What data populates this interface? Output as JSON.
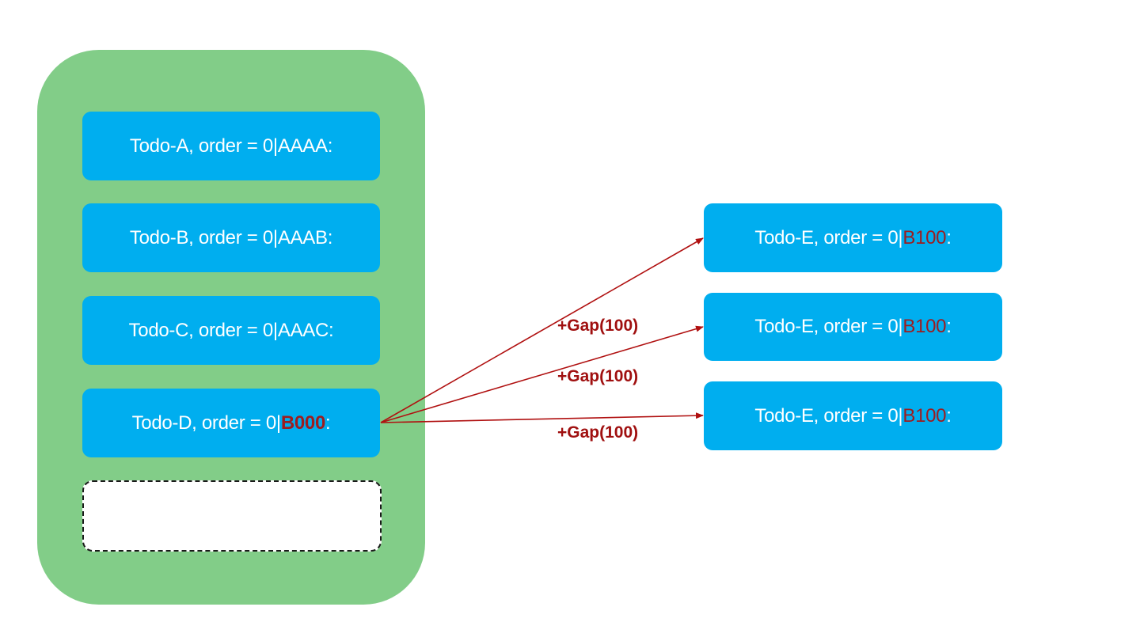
{
  "left_list": {
    "items": [
      {
        "prefix": "Todo-A, order = 0|",
        "key": "AAAA",
        "suffix": ":"
      },
      {
        "prefix": "Todo-B, order = 0|",
        "key": "AAAB",
        "suffix": ":"
      },
      {
        "prefix": "Todo-C, order = 0|",
        "key": "AAAC",
        "suffix": ":"
      },
      {
        "prefix": "Todo-D, order = 0|",
        "key": "B000",
        "suffix": ":"
      }
    ]
  },
  "right_list": {
    "items": [
      {
        "prefix": "Todo-E, order = 0|",
        "key": "B100",
        "suffix": ":"
      },
      {
        "prefix": "Todo-E, order = 0|",
        "key": "B100",
        "suffix": ":"
      },
      {
        "prefix": "Todo-E, order = 0|",
        "key": "B100",
        "suffix": ":"
      }
    ]
  },
  "arrow_labels": [
    "+Gap(100)",
    "+Gap(100)",
    "+Gap(100)"
  ],
  "colors": {
    "container": "#82cd88",
    "card": "#00aeef",
    "highlight": "#9d1c1f",
    "arrow": "#b01010"
  }
}
